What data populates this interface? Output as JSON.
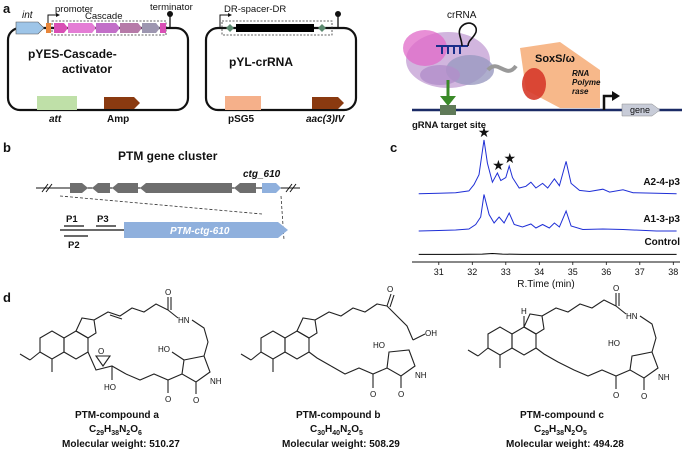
{
  "panels": {
    "a": "a",
    "b": "b",
    "c": "c",
    "d": "d"
  },
  "panel_a": {
    "plasmid1": {
      "name_line1": "pYES-Cascade-",
      "name_line2": "activator",
      "label_int": "int",
      "label_promoter": "promoter",
      "label_cascade": "Cascade",
      "label_terminator": "terminator",
      "label_att": "att",
      "label_amp": "Amp"
    },
    "plasmid2": {
      "name": "pYL-crRNA",
      "label_drspacer": "DR-spacer-DR",
      "label_psg5": "pSG5",
      "label_aac": "aac(3)IV"
    },
    "schematic": {
      "label_crrna": "crRNA",
      "label_soxs": "SoxS/ω",
      "label_rnap_1": "RNA",
      "label_rnap_2": "Polyme",
      "label_rnap_3": "rase",
      "label_target": "gRNA target site",
      "label_gene": "gene"
    },
    "colors": {
      "int": "#9ec5e8",
      "cascade": "#e05fc5",
      "att": "#bfe0a8",
      "amp": "#8a3a10",
      "psg5": "#f5b08a",
      "spacer": "#000000"
    }
  },
  "panel_b": {
    "title": "PTM gene cluster",
    "gene_label": "ctg_610",
    "p1": "P1",
    "p2": "P2",
    "p3": "P3",
    "construct_label": "PTM-ctg-610"
  },
  "panel_c": {
    "chart_data": {
      "type": "line",
      "xlabel": "R.Time (min)",
      "xlim": [
        30.2,
        38.2
      ],
      "x_ticks": [
        31,
        32,
        33,
        34,
        35,
        36,
        37,
        38
      ],
      "series": [
        {
          "name": "A2-4-p3",
          "color": "#1f2fd6",
          "points": [
            [
              30.4,
              0.02
            ],
            [
              31.0,
              0.03
            ],
            [
              31.5,
              0.04
            ],
            [
              31.9,
              0.07
            ],
            [
              32.05,
              0.18
            ],
            [
              32.2,
              0.35
            ],
            [
              32.35,
              0.95
            ],
            [
              32.45,
              0.55
            ],
            [
              32.6,
              0.22
            ],
            [
              32.75,
              0.38
            ],
            [
              32.85,
              0.25
            ],
            [
              33.0,
              0.3
            ],
            [
              33.1,
              0.5
            ],
            [
              33.2,
              0.3
            ],
            [
              33.4,
              0.12
            ],
            [
              33.6,
              0.15
            ],
            [
              33.75,
              0.22
            ],
            [
              33.9,
              0.12
            ],
            [
              34.1,
              0.2
            ],
            [
              34.25,
              0.12
            ],
            [
              34.45,
              0.28
            ],
            [
              34.6,
              0.16
            ],
            [
              34.8,
              0.58
            ],
            [
              34.95,
              0.2
            ],
            [
              35.2,
              0.08
            ],
            [
              35.5,
              0.06
            ],
            [
              35.9,
              0.1
            ],
            [
              36.1,
              0.05
            ],
            [
              36.5,
              0.09
            ],
            [
              36.8,
              0.04
            ],
            [
              37.5,
              0.03
            ],
            [
              38.1,
              0.02
            ]
          ]
        },
        {
          "name": "A1-3-p3",
          "color": "#1f2fd6",
          "points": [
            [
              30.4,
              0.02
            ],
            [
              31.0,
              0.03
            ],
            [
              31.5,
              0.04
            ],
            [
              31.9,
              0.06
            ],
            [
              32.1,
              0.15
            ],
            [
              32.25,
              0.3
            ],
            [
              32.35,
              0.75
            ],
            [
              32.5,
              0.35
            ],
            [
              32.65,
              0.18
            ],
            [
              32.8,
              0.3
            ],
            [
              32.95,
              0.18
            ],
            [
              33.1,
              0.38
            ],
            [
              33.25,
              0.15
            ],
            [
              33.5,
              0.1
            ],
            [
              33.75,
              0.16
            ],
            [
              33.9,
              0.08
            ],
            [
              34.1,
              0.15
            ],
            [
              34.3,
              0.08
            ],
            [
              34.45,
              0.18
            ],
            [
              34.6,
              0.1
            ],
            [
              34.8,
              0.42
            ],
            [
              34.95,
              0.12
            ],
            [
              35.3,
              0.05
            ],
            [
              35.9,
              0.06
            ],
            [
              36.5,
              0.05
            ],
            [
              37.5,
              0.02
            ],
            [
              38.1,
              0.02
            ]
          ]
        },
        {
          "name": "Control",
          "color": "#000000",
          "points": [
            [
              30.4,
              0.02
            ],
            [
              31.5,
              0.02
            ],
            [
              32.3,
              0.03
            ],
            [
              32.6,
              0.05
            ],
            [
              32.9,
              0.03
            ],
            [
              33.5,
              0.02
            ],
            [
              34.5,
              0.02
            ],
            [
              35.5,
              0.02
            ],
            [
              36.5,
              0.02
            ],
            [
              38.1,
              0.02
            ]
          ]
        }
      ],
      "stars": [
        32.35,
        32.78,
        33.12
      ],
      "star_glyph": "★"
    }
  },
  "panel_d": {
    "compounds": [
      {
        "name": "PTM-compound a",
        "formula_prefix": "C",
        "c": "29",
        "h_prefix": "H",
        "h": "38",
        "n_prefix": "N",
        "n": "2",
        "o_prefix": "O",
        "o": "6",
        "mw": "Molecular weight: 510.27"
      },
      {
        "name": "PTM-compound b",
        "formula_prefix": "C",
        "c": "30",
        "h_prefix": "H",
        "h": "40",
        "n_prefix": "N",
        "n": "2",
        "o_prefix": "O",
        "o": "5",
        "mw": "Molecular weight: 508.29"
      },
      {
        "name": "PTM-compound c",
        "formula_prefix": "C",
        "c": "29",
        "h_prefix": "H",
        "h": "38",
        "n_prefix": "N",
        "n": "2",
        "o_prefix": "O",
        "o": "5",
        "mw": "Molecular weight: 494.28"
      }
    ],
    "atoms": {
      "O": "O",
      "HN": "HN",
      "NH": "NH",
      "HO": "HO",
      "OH": "OH",
      "H": "H"
    }
  }
}
